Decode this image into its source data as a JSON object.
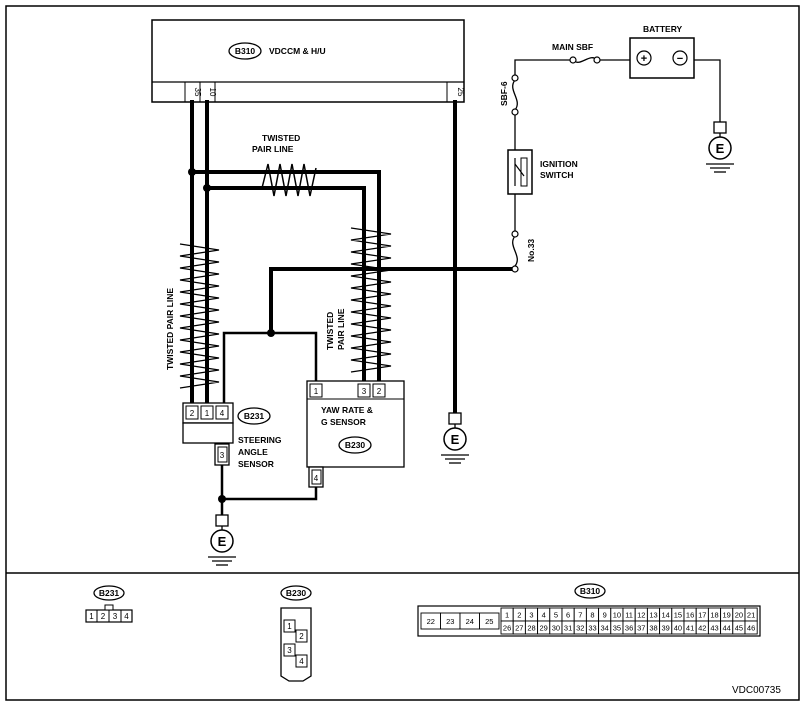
{
  "units": {
    "vdccm": {
      "code": "B310",
      "name": "VDCCM & H/U"
    },
    "steering_angle_sensor": {
      "code": "B231",
      "name_lines": [
        "STEERING",
        "ANGLE",
        "SENSOR"
      ]
    },
    "yaw_rate_sensor": {
      "code": "B230",
      "name_lines": [
        "YAW RATE &",
        "G SENSOR"
      ]
    }
  },
  "pins": {
    "vdccm_35": "35",
    "vdccm_10": "10",
    "vdccm_25": "25",
    "sas_2": "2",
    "sas_1": "1",
    "sas_4": "4",
    "sas_3": "3",
    "yaw_1": "1",
    "yaw_3": "3",
    "yaw_2": "2",
    "yaw_4": "4"
  },
  "labels": {
    "twisted_pair_top": [
      "TWISTED",
      "PAIR LINE"
    ],
    "twisted_pair_left": "TWISTED PAIR LINE",
    "twisted_pair_mid": [
      "TWISTED",
      "PAIR LINE"
    ],
    "battery": "BATTERY",
    "main_sbf": "MAIN SBF",
    "sbf6": "SBF-6",
    "ignition_switch": [
      "IGNITION",
      "SWITCH"
    ],
    "fuse_no33": "No.33",
    "ground": "E",
    "battery_plus": "+",
    "battery_minus": "−"
  },
  "connectors": {
    "b231": {
      "code": "B231",
      "pins": [
        "1",
        "2",
        "3",
        "4"
      ]
    },
    "b230": {
      "code": "B230",
      "pins": [
        "1",
        "2",
        "3",
        "4"
      ]
    },
    "b310": {
      "code": "B310",
      "left_pins": [
        "22",
        "23",
        "24",
        "25"
      ],
      "top_row": [
        "1",
        "2",
        "3",
        "4",
        "5",
        "6",
        "7",
        "8",
        "9",
        "10",
        "11",
        "12",
        "13",
        "14",
        "15",
        "16",
        "17",
        "18",
        "19",
        "20",
        "21"
      ],
      "bottom_row": [
        "26",
        "27",
        "28",
        "29",
        "30",
        "31",
        "32",
        "33",
        "34",
        "35",
        "36",
        "37",
        "38",
        "39",
        "40",
        "41",
        "42",
        "43",
        "44",
        "45",
        "46"
      ]
    }
  },
  "figure_id": "VDC00735"
}
